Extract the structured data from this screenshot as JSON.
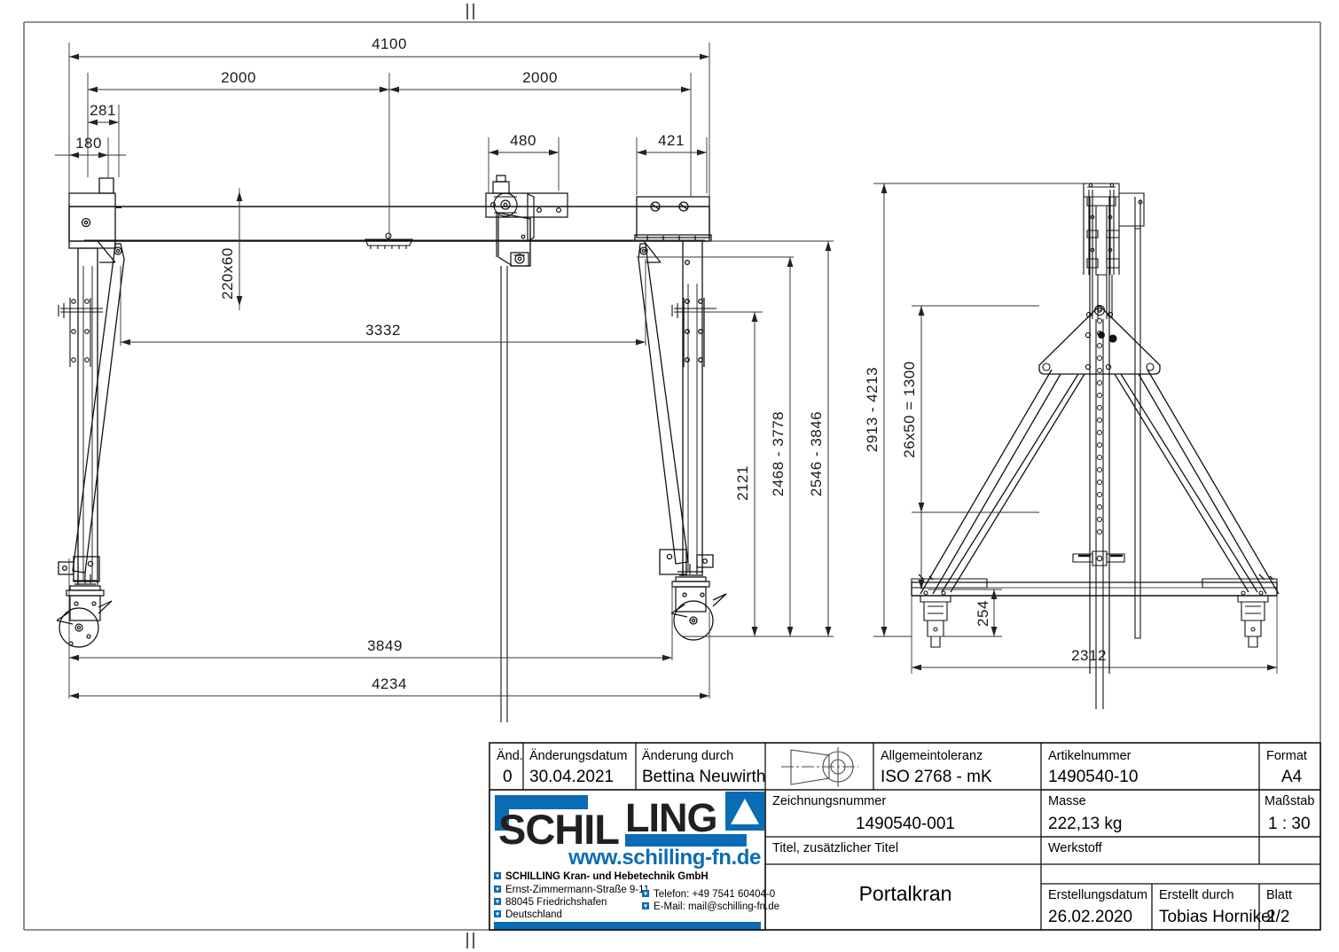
{
  "sheet": {
    "format": "A4",
    "title": "Portalkran"
  },
  "dimensions": {
    "front_view": {
      "overall_top": "4100",
      "half_span_left": "2000",
      "half_span_right": "2000",
      "leg_offset_281": "281",
      "leg_offset_180": "180",
      "trolley_480": "480",
      "end_421": "421",
      "beam_profile": "220x60",
      "clear_span_3332": "3332",
      "height_2121": "2121",
      "height_range_2468_3778": "2468 - 3778",
      "height_range_2546_3846": "2546 - 3846",
      "base_3849": "3849",
      "base_4234": "4234"
    },
    "side_view": {
      "total_height_range": "2913 - 4213",
      "hole_pitch": "26x50 = 1300",
      "wheel_height_254": "254",
      "track_width_2312": "2312"
    }
  },
  "title_block": {
    "revision": {
      "label_and": "Änd.",
      "value_and": "0",
      "label_date": "Änderungsdatum",
      "value_date": "30.04.2021",
      "label_by": "Änderung durch",
      "value_by": "Bettina Neuwirth"
    },
    "projection_symbol": "first-angle-projection-icon",
    "tolerance": {
      "label": "Allgemeintoleranz",
      "value": "ISO 2768 - mK"
    },
    "article": {
      "label": "Artikelnummer",
      "value": "1490540-10"
    },
    "format": {
      "label": "Format",
      "value": "A4"
    },
    "drawing_number": {
      "label": "Zeichnungsnummer",
      "value": "1490540-001"
    },
    "mass": {
      "label": "Masse",
      "value": "222,13 kg"
    },
    "scale": {
      "label": "Maßstab",
      "value": "1 : 30"
    },
    "title": {
      "label": "Titel, zusätzlicher Titel",
      "value": "Portalkran"
    },
    "material": {
      "label": "Werkstoff",
      "value": ""
    },
    "created_date": {
      "label": "Erstellungsdatum",
      "value": "26.02.2020"
    },
    "created_by": {
      "label": "Erstellt durch",
      "value": "Tobias Hornikel"
    },
    "sheet_no": {
      "label": "Blatt",
      "value": "2/2"
    }
  },
  "company": {
    "logo_part1": "SCHIL",
    "logo_part2": "LING",
    "logo_mark": "triangle-icon",
    "url": "www.schilling-fn.de",
    "name": "SCHILLING Kran- und Hebetechnik GmbH",
    "street": "Ernst-Zimmermann-Straße 9-11",
    "city": "88045 Friedrichshafen",
    "country": "Deutschland",
    "phone": "Telefon: +49 7541 60404-0",
    "email": "E-Mail: mail@schilling-fn.de",
    "brand_color": "#0a6cb4"
  }
}
